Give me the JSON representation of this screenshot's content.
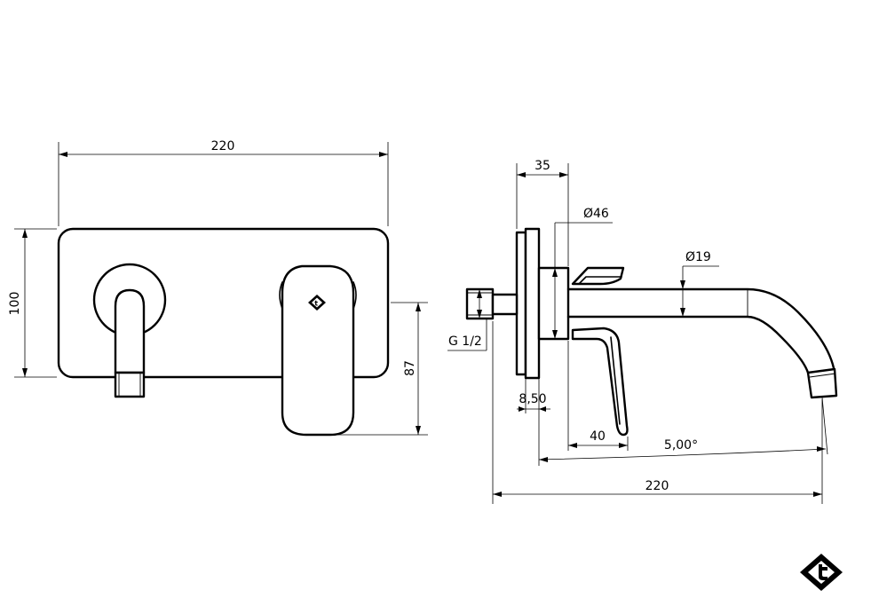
{
  "front_view": {
    "width_dim": "220",
    "height_dim": "100",
    "lever_height_dim": "87"
  },
  "side_view": {
    "depth_dim": "35",
    "plate_dia_dim": "Ø46",
    "spout_dia_dim": "Ø19",
    "thread_dim": "G 1/2",
    "offset_dim": "8,50",
    "lever_dim": "40",
    "angle_dim": "5,00°",
    "length_dim": "220"
  },
  "brand_logo": {
    "name": "brand-logo-icon"
  }
}
